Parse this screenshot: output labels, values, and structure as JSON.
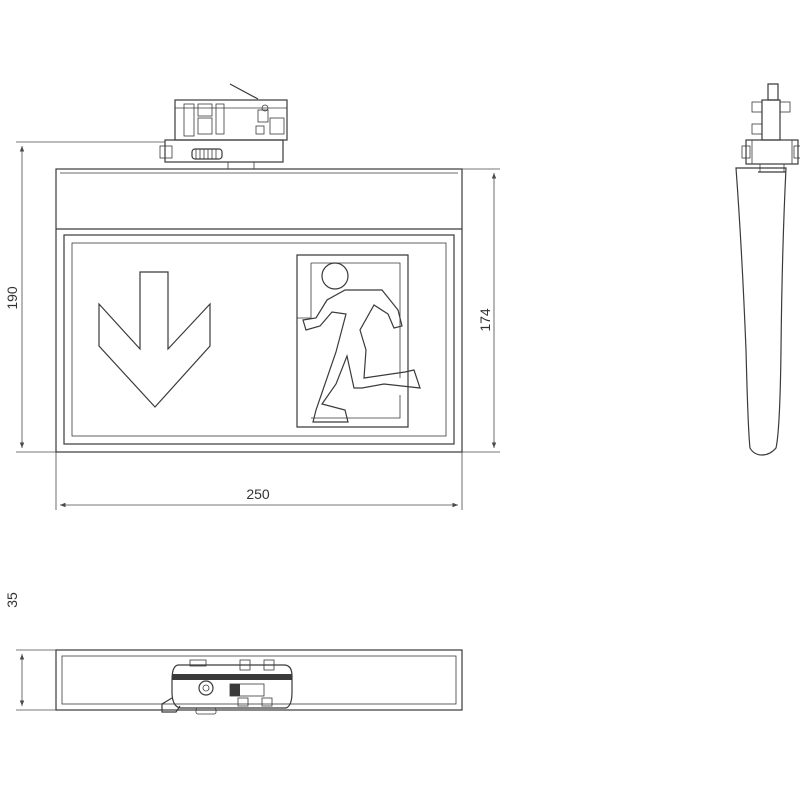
{
  "dimensions": {
    "height_total": "190",
    "height_panel": "174",
    "width": "250",
    "depth": "35"
  },
  "views": [
    "front-view",
    "side-view",
    "bottom-view"
  ],
  "icons": [
    "down-arrow-icon",
    "running-man-exit-icon",
    "door-icon"
  ],
  "colors": {
    "line": "#3a3a3a",
    "background": "#ffffff"
  }
}
